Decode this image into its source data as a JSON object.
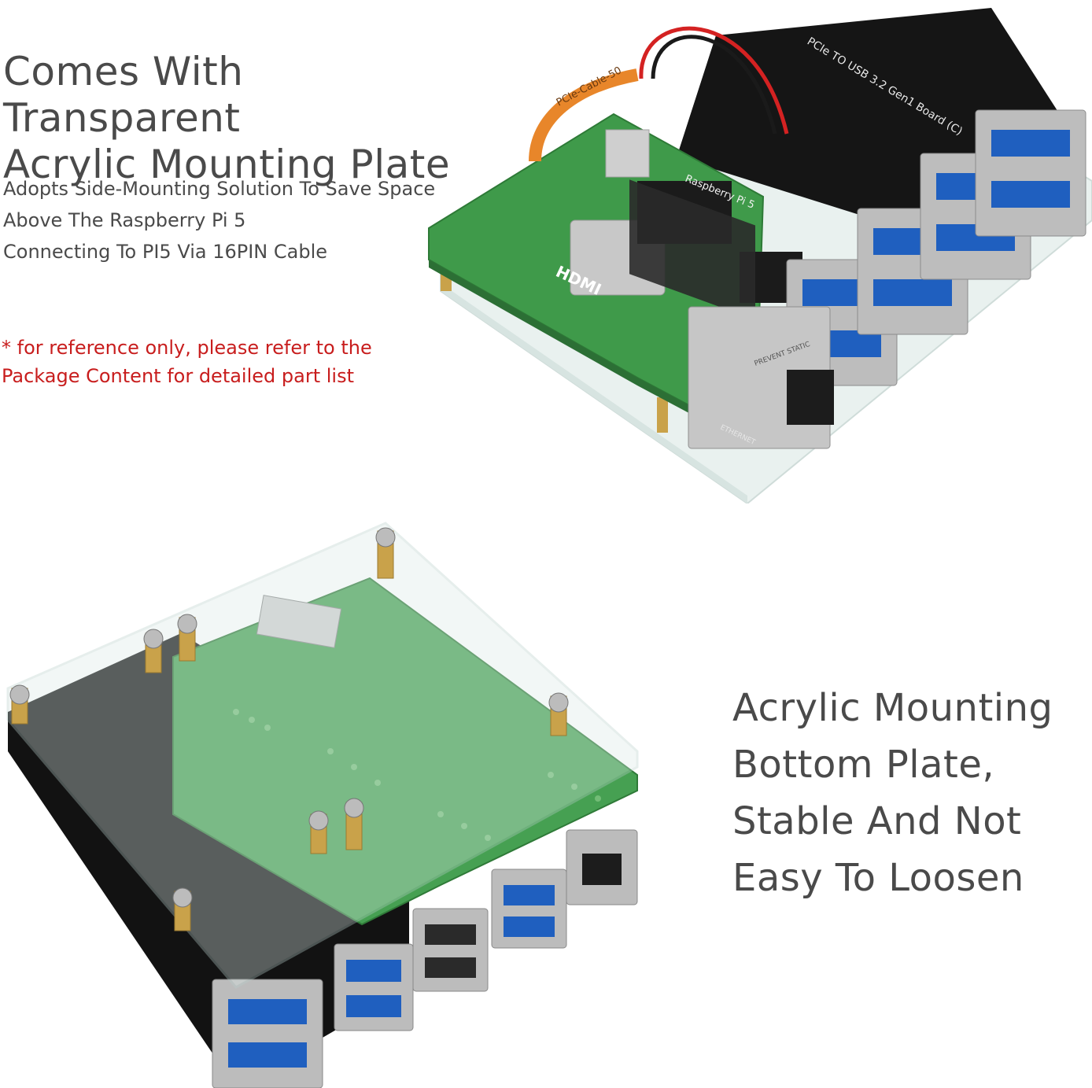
{
  "top_section": {
    "title_lines": [
      "Comes With Transparent",
      "Acrylic Mounting Plate"
    ],
    "features": [
      "Adopts Side-Mounting Solution To Save Space",
      "Above The Raspberry Pi 5",
      "Connecting To PI5 Via 16PIN Cable"
    ],
    "note_lines": [
      "* for reference only, please refer to the",
      "Package Content for detailed part list"
    ]
  },
  "bottom_section": {
    "title_lines": [
      "Acrylic Mounting",
      "Bottom Plate,",
      "Stable And Not",
      "Easy To Loosen"
    ]
  },
  "product_labels": {
    "cable": "PCIe-Cable-50",
    "adapter_board": "PCIe TO USB 3.2 Gen1 Board (C)",
    "board_name": "Raspberry Pi 5",
    "hdmi": "HDMI",
    "ethernet": "ETHERNET",
    "prevent_static": "PREVENT STATIC"
  },
  "colors": {
    "heading": "#4a4a4a",
    "note": "#c81d1d",
    "pcb_green": "#3f9a4a",
    "adapter_black": "#141414",
    "usb_blue": "#1f5fbf",
    "acrylic": "#e6f0ee"
  }
}
